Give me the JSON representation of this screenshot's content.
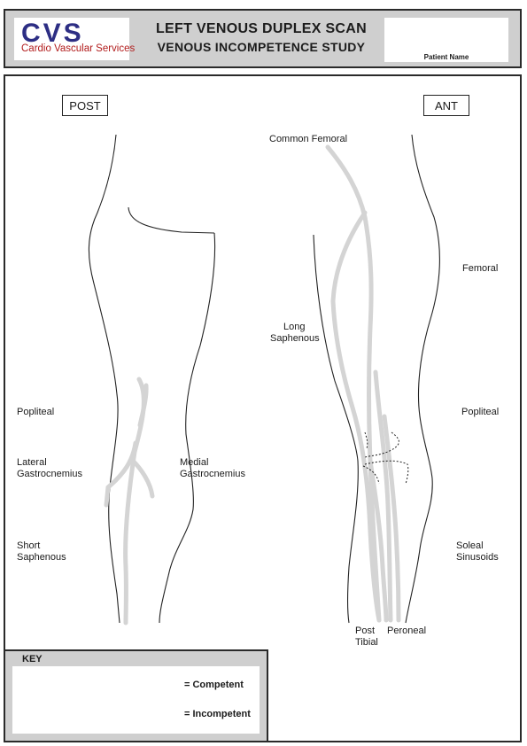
{
  "header": {
    "logo_text": "CVS",
    "logo_subtitle": "Cardio Vascular Services",
    "title_line1": "LEFT VENOUS DUPLEX SCAN",
    "title_line2": "VENOUS INCOMPETENCE STUDY",
    "patient_name_label": "Patient Name",
    "logo_colors": {
      "primary": "#2d2e84",
      "secondary": "#b21d1d"
    }
  },
  "views": {
    "posterior": "POST",
    "anterior": "ANT"
  },
  "posterior_labels": {
    "popliteal": "Popliteal",
    "lateral_gastrocnemius": [
      "Lateral",
      "Gastrocnemius"
    ],
    "medial_gastrocnemius": [
      "Medial",
      "Gastrocnemius"
    ],
    "short_saphenous": [
      "Short",
      "Saphenous"
    ]
  },
  "anterior_labels": {
    "common_femoral": "Common Femoral",
    "femoral": "Femoral",
    "long_saphenous": [
      "Long",
      "Saphenous"
    ],
    "popliteal": "Popliteal",
    "soleal_sinusoids": [
      "Soleal",
      "Sinusoids"
    ],
    "post_tibial": [
      "Post",
      "Tibial"
    ],
    "peroneal": "Peroneal"
  },
  "key": {
    "title": "KEY",
    "competent": "= Competent",
    "incompetent": "= Incompetent"
  },
  "colors": {
    "vein": "#d4d4d4",
    "header_bg": "#cfcfcf",
    "outline": "#222222"
  }
}
